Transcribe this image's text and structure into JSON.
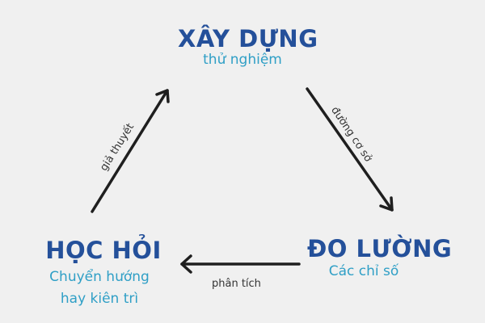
{
  "nodes": {
    "build": {
      "title": "XÂY DỰNG",
      "subtitle": "thử nghiệm"
    },
    "measure": {
      "title": "ĐO LƯỜNG",
      "subtitle": "Các chỉ số"
    },
    "learn": {
      "title": "HỌC HỎI",
      "subtitle_line1": "Chuyển hướng",
      "subtitle_line2": "hay kiên trì"
    }
  },
  "edges": {
    "learn_to_build": "giả thuyết",
    "build_to_measure": "đường cơ sở",
    "measure_to_learn": "phân tích"
  },
  "colors": {
    "background": "#f0f0f0",
    "title": "#24509a",
    "subtitle": "#2f9fc6",
    "arrow": "#1f1f1f",
    "edge_label": "#333333"
  }
}
